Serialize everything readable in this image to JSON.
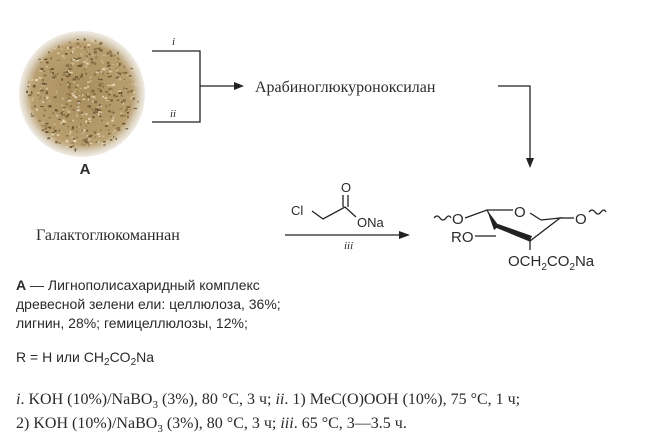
{
  "sample": {
    "label": "A"
  },
  "conditions_top": {
    "i": "i",
    "ii": "ii"
  },
  "product1": "Арабиноглюкуроноксилан",
  "reactant2": "Галактоглюкоманнан",
  "reagent": {
    "cl": "Cl",
    "o": "O",
    "ona": "ONa",
    "step": "iii"
  },
  "product_structure": {
    "o_left": "O",
    "o_ring": "O",
    "o_right": "O",
    "ro": "RO",
    "substituent": [
      "OCH",
      "2",
      "CO",
      "2",
      "Na"
    ]
  },
  "legend": {
    "a_bold": "A",
    "line1": " — Лигнополисахаридный комплекс",
    "line2": "древесной зелени ели: целлюлоза, 36%;",
    "line3": "лигнин, 28%; гемицеллюлозы, 12%;"
  },
  "r_definition": [
    "R = H или CH",
    "2",
    "CO",
    "2",
    "Na"
  ],
  "footnote": {
    "line1": [
      "i",
      ". KOH (10%)/NaBO",
      "3",
      " (3%), 80 °C, 3 ч; ",
      "ii",
      ". 1) MeC(O)OOH (10%), 75 °C, 1 ч;"
    ],
    "line2": [
      "2) KOH (10%)/NaBO",
      "3",
      " (3%), 80 °C, 3 ч; ",
      "iii",
      ". 65 °C, 3—3.5 ч."
    ]
  },
  "colors": {
    "dish": "#b59a6a",
    "text": "#2a2a2a"
  }
}
